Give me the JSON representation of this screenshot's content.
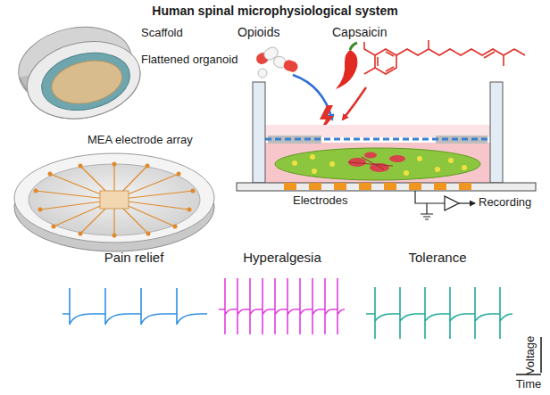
{
  "diagram": {
    "title": "Human spinal microphysiological system",
    "labels": [
      "Scaffold",
      "Flattened organoid",
      "MEA electrode array",
      "Opioids",
      "Capsaicin",
      "Electrodes",
      "Recording",
      "Pain relief",
      "Hyperalgesia",
      "Tolerance",
      "Voltage",
      "Time"
    ]
  }
}
